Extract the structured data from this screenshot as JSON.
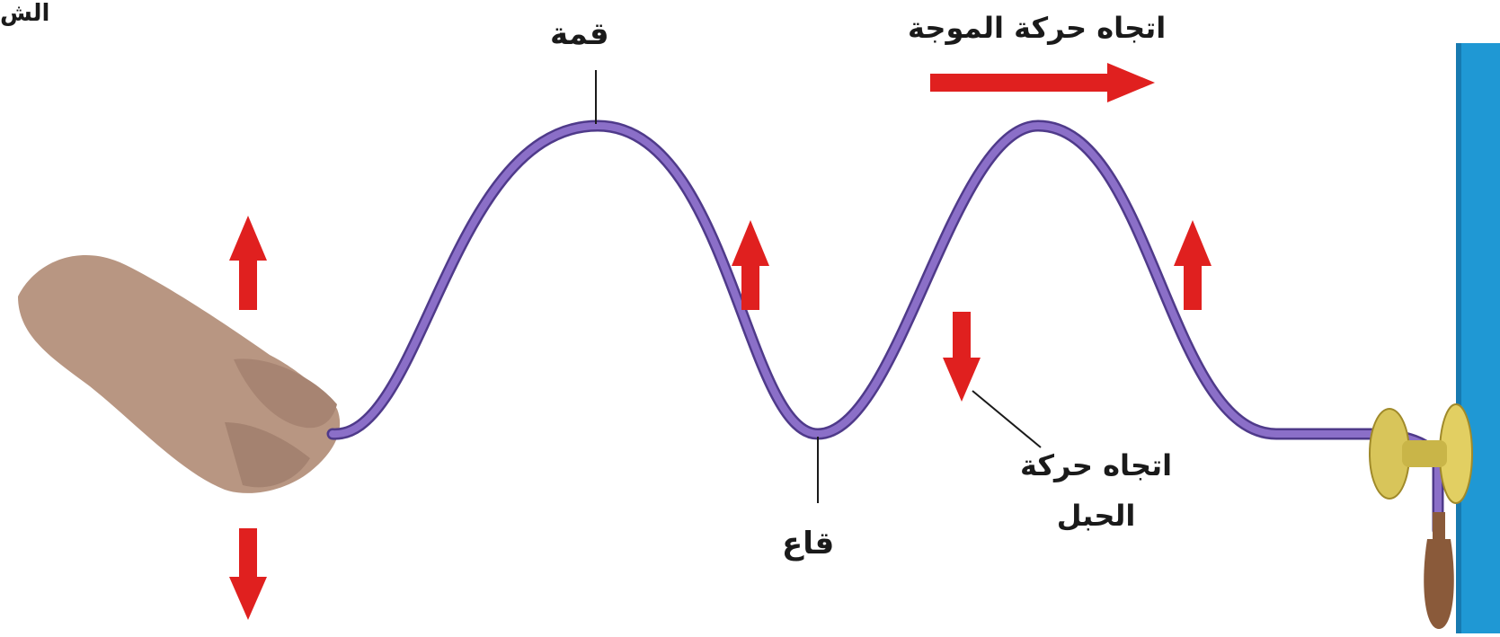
{
  "diagram": {
    "corner_title": "الش",
    "crest_label": "قمة",
    "trough_label": "قاع",
    "wave_direction_label": "اتجاه حركة الموجة",
    "rope_direction_label_line1": "اتجاه حركة",
    "rope_direction_label_line2": "الحبل"
  },
  "colors": {
    "rope": "#8b6fc8",
    "rope_outline": "#4f3a8a",
    "arrow": "#e0201f",
    "wall": "#1f98d4",
    "hand": "#b89682",
    "hand_shadow": "#8c6b5c",
    "clamp": "#d8c55a",
    "handle": "#8a5a3a",
    "leader_line": "#1a1a1a"
  },
  "icons": {
    "hand": "hand-icon",
    "arrow_up": "arrow-up-icon",
    "arrow_down": "arrow-down-icon",
    "arrow_right": "arrow-right-icon",
    "clamp": "clamp-icon"
  }
}
